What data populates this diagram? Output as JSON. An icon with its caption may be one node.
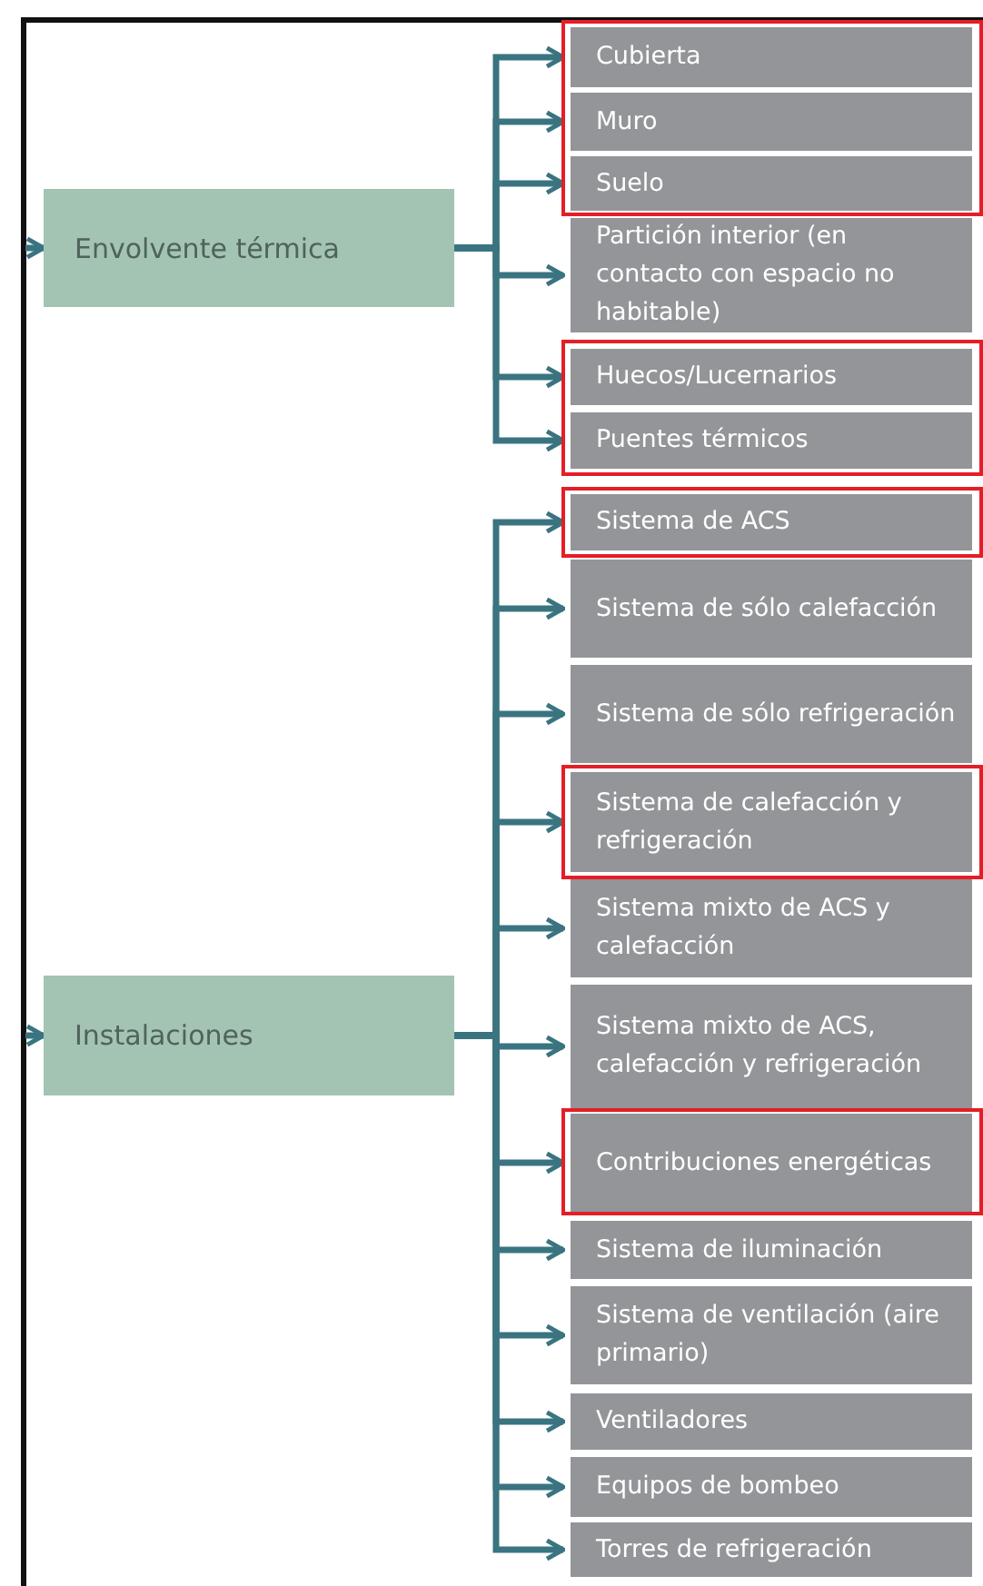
{
  "diagram": {
    "nodes": [
      {
        "text": [
          "Envolvente térmica"
        ]
      },
      {
        "text": [
          "Cubierta"
        ]
      },
      {
        "text": [
          "Muro"
        ]
      },
      {
        "text": [
          "Suelo"
        ]
      },
      {
        "text": [
          "Partición interior (en contacto con espacio no habitable)"
        ]
      },
      {
        "text": [
          "Huecos/Lucernarios"
        ]
      },
      {
        "text": [
          "Puentes térmicos"
        ]
      },
      {
        "text": [
          "Instalaciones"
        ]
      },
      {
        "text": [
          "Sistema de ACS"
        ]
      },
      {
        "text": [
          "Sistema de sólo calefacción"
        ]
      },
      {
        "text": [
          "Sistema de sólo refrigeración"
        ]
      },
      {
        "text": [
          "Sistema de calefacción y refrigeración"
        ]
      },
      {
        "text": [
          "Sistema mixto de ACS y calefacción"
        ]
      },
      {
        "text": [
          "Sistema mixto de ACS, calefacción y refrigeración"
        ]
      },
      {
        "text": [
          "Contribuciones energéticas"
        ]
      },
      {
        "text": [
          "Sistema de iluminación"
        ]
      },
      {
        "text": [
          "Sistema de ventilación (aire primario)"
        ]
      },
      {
        "text": [
          "Ventiladores"
        ]
      },
      {
        "text": [
          "Equipos de bombeo"
        ]
      },
      {
        "text": [
          "Torres de refrigeración"
        ]
      }
    ],
    "edges": [
      {
        "from": null,
        "to": 0,
        "arrow": "to"
      },
      {
        "from": 0,
        "to": 1,
        "arrow": "to"
      },
      {
        "from": 0,
        "to": 2,
        "arrow": "to"
      },
      {
        "from": 0,
        "to": 3,
        "arrow": "to"
      },
      {
        "from": 0,
        "to": 4,
        "arrow": "to"
      },
      {
        "from": 0,
        "to": 5,
        "arrow": "to"
      },
      {
        "from": 0,
        "to": 6,
        "arrow": "to"
      },
      {
        "from": null,
        "to": 7,
        "arrow": "to"
      },
      {
        "from": 7,
        "to": 8,
        "arrow": "to"
      },
      {
        "from": 7,
        "to": 9,
        "arrow": "to"
      },
      {
        "from": 7,
        "to": 10,
        "arrow": "to"
      },
      {
        "from": 7,
        "to": 11,
        "arrow": "to"
      },
      {
        "from": 7,
        "to": 12,
        "arrow": "to"
      },
      {
        "from": 7,
        "to": 13,
        "arrow": "to"
      },
      {
        "from": 7,
        "to": 14,
        "arrow": "to"
      },
      {
        "from": 7,
        "to": 15,
        "arrow": "to"
      },
      {
        "from": 7,
        "to": 16,
        "arrow": "to"
      },
      {
        "from": 7,
        "to": 17,
        "arrow": "to"
      },
      {
        "from": 7,
        "to": 18,
        "arrow": "to"
      },
      {
        "from": 7,
        "to": 19,
        "arrow": "to"
      }
    ]
  }
}
